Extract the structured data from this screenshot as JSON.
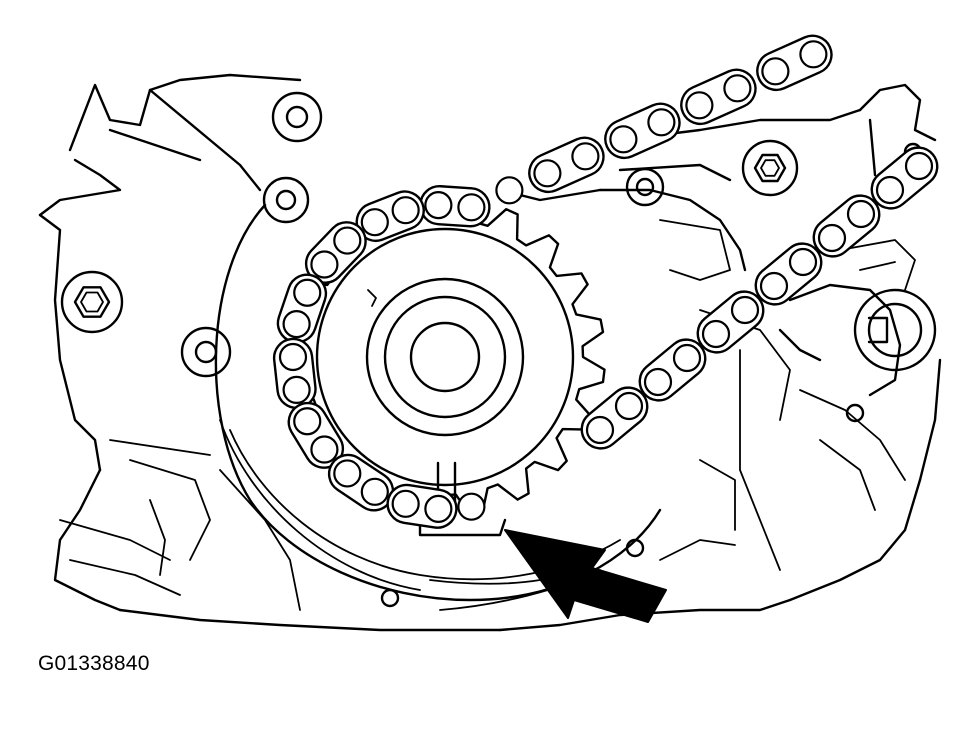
{
  "figure": {
    "code": "G01338840",
    "subject": "crankshaft-timing-sprocket-with-chain"
  },
  "colors": {
    "line": "#000000",
    "background": "#ffffff"
  },
  "chain": {
    "sprocket_teeth": 20
  }
}
